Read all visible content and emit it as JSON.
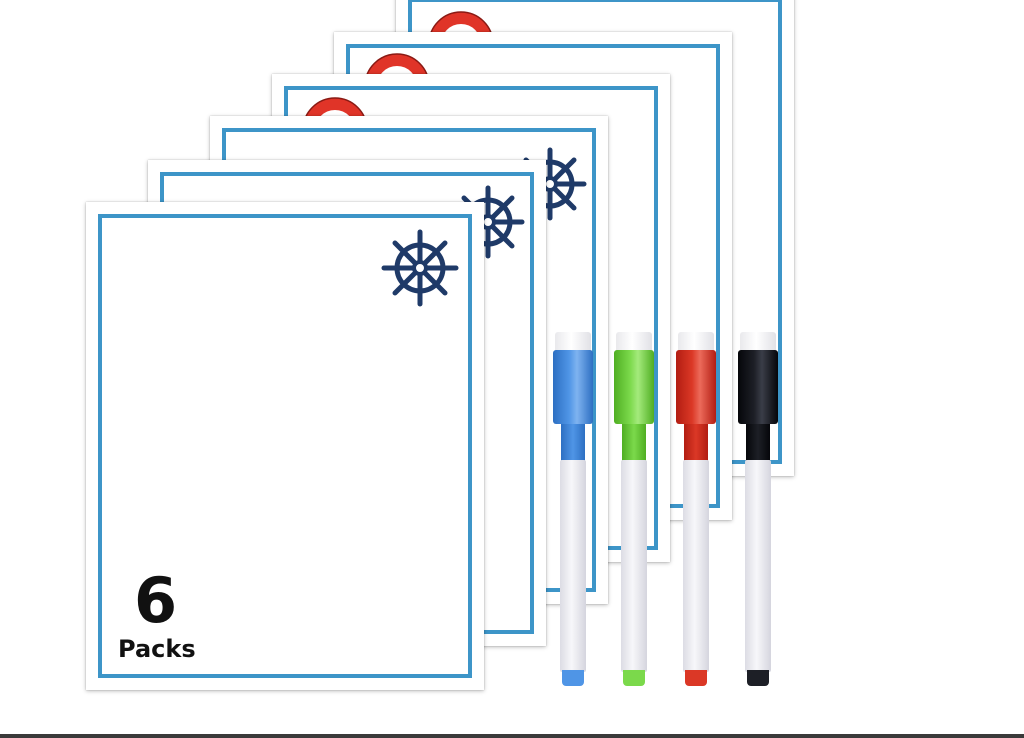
{
  "product": {
    "pack_count": "6",
    "pack_label": "Packs"
  },
  "colors": {
    "board_border": "#3d95c8",
    "wheel": "#1f3a68",
    "life_ring": "#e03428"
  },
  "markers": [
    {
      "name": "blue-marker",
      "color": "#4f95e6",
      "dark": "#2d6fc2"
    },
    {
      "name": "green-marker",
      "color": "#7bd94b",
      "dark": "#4fae22"
    },
    {
      "name": "red-marker",
      "color": "#db3826",
      "dark": "#b21d12"
    },
    {
      "name": "black-marker",
      "color": "#1d1f26",
      "dark": "#05060a"
    }
  ],
  "icons": [
    "ship-wheel-icon",
    "life-ring-icon"
  ]
}
